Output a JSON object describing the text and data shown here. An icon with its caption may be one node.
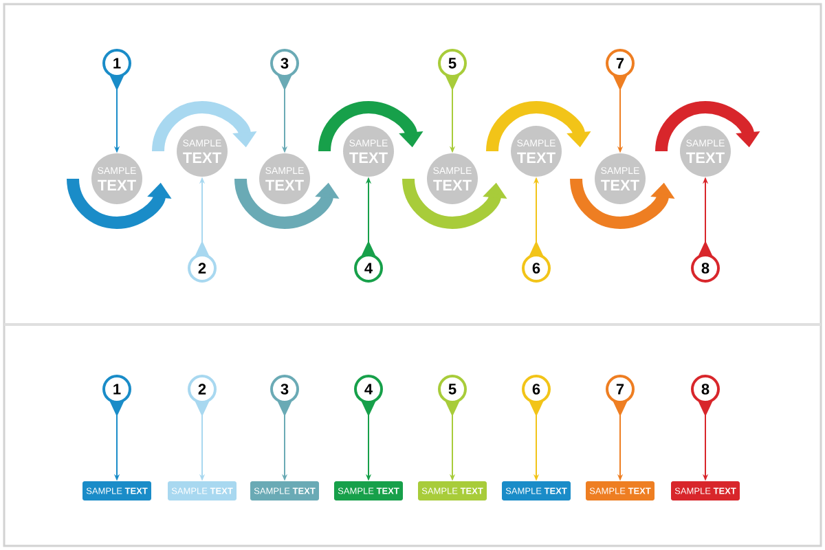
{
  "diagram": {
    "nodes": [
      {
        "text": [
          "1"
        ]
      },
      {
        "text": [
          "2"
        ]
      },
      {
        "text": [
          "3"
        ]
      },
      {
        "text": [
          "4"
        ]
      },
      {
        "text": [
          "5"
        ]
      },
      {
        "text": [
          "6"
        ]
      },
      {
        "text": [
          "7"
        ]
      },
      {
        "text": [
          "8"
        ]
      },
      {
        "text": [
          "SAMPLE",
          "TEXT"
        ]
      },
      {
        "text": [
          "SAMPLE",
          "TEXT"
        ]
      },
      {
        "text": [
          "SAMPLE",
          "TEXT"
        ]
      },
      {
        "text": [
          "SAMPLE",
          "TEXT"
        ]
      },
      {
        "text": [
          "SAMPLE",
          "TEXT"
        ]
      },
      {
        "text": [
          "SAMPLE",
          "TEXT"
        ]
      },
      {
        "text": [
          "SAMPLE",
          "TEXT"
        ]
      },
      {
        "text": [
          "SAMPLE",
          "TEXT"
        ]
      },
      {
        "text": [
          "1"
        ]
      },
      {
        "text": [
          "2"
        ]
      },
      {
        "text": [
          "3"
        ]
      },
      {
        "text": [
          "4"
        ]
      },
      {
        "text": [
          "5"
        ]
      },
      {
        "text": [
          "6"
        ]
      },
      {
        "text": [
          "7"
        ]
      },
      {
        "text": [
          "8"
        ]
      },
      {
        "text": [
          "SAMPLE **TEXT**"
        ]
      },
      {
        "text": [
          "SAMPLE **TEXT**"
        ]
      },
      {
        "text": [
          "SAMPLE **TEXT**"
        ]
      },
      {
        "text": [
          "SAMPLE **TEXT**"
        ]
      },
      {
        "text": [
          "SAMPLE **TEXT**"
        ]
      },
      {
        "text": [
          "SAMPLE **TEXT**"
        ]
      },
      {
        "text": [
          "SAMPLE **TEXT**"
        ]
      },
      {
        "text": [
          "SAMPLE **TEXT**"
        ]
      }
    ],
    "edges": [
      {
        "from": 0,
        "to": 8,
        "arrow": "to",
        "color": "#1a8cc8"
      },
      {
        "from": 1,
        "to": 9,
        "arrow": "to",
        "color": "#a8d8f0"
      },
      {
        "from": 2,
        "to": 10,
        "arrow": "to",
        "color": "#6aaab5"
      },
      {
        "from": 3,
        "to": 11,
        "arrow": "to",
        "color": "#17a04a"
      },
      {
        "from": 4,
        "to": 12,
        "arrow": "to",
        "color": "#a8cc3a"
      },
      {
        "from": 5,
        "to": 13,
        "arrow": "to",
        "color": "#f2c418"
      },
      {
        "from": 6,
        "to": 14,
        "arrow": "to",
        "color": "#ee7e22"
      },
      {
        "from": 7,
        "to": 15,
        "arrow": "to",
        "color": "#d8262b"
      },
      {
        "from": 16,
        "to": 24,
        "arrow": "to",
        "color": "#1a8cc8"
      },
      {
        "from": 17,
        "to": 25,
        "arrow": "to",
        "color": "#a8d8f0"
      },
      {
        "from": 18,
        "to": 26,
        "arrow": "to",
        "color": "#6aaab5"
      },
      {
        "from": 19,
        "to": 27,
        "arrow": "to",
        "color": "#17a04a"
      },
      {
        "from": 20,
        "to": 28,
        "arrow": "to",
        "color": "#a8cc3a"
      },
      {
        "from": 21,
        "to": 29,
        "arrow": "to",
        "color": "#f2c418"
      },
      {
        "from": 22,
        "to": 30,
        "arrow": "to",
        "color": "#ee7e22"
      },
      {
        "from": 23,
        "to": 31,
        "arrow": "to",
        "color": "#d8262b"
      }
    ]
  }
}
